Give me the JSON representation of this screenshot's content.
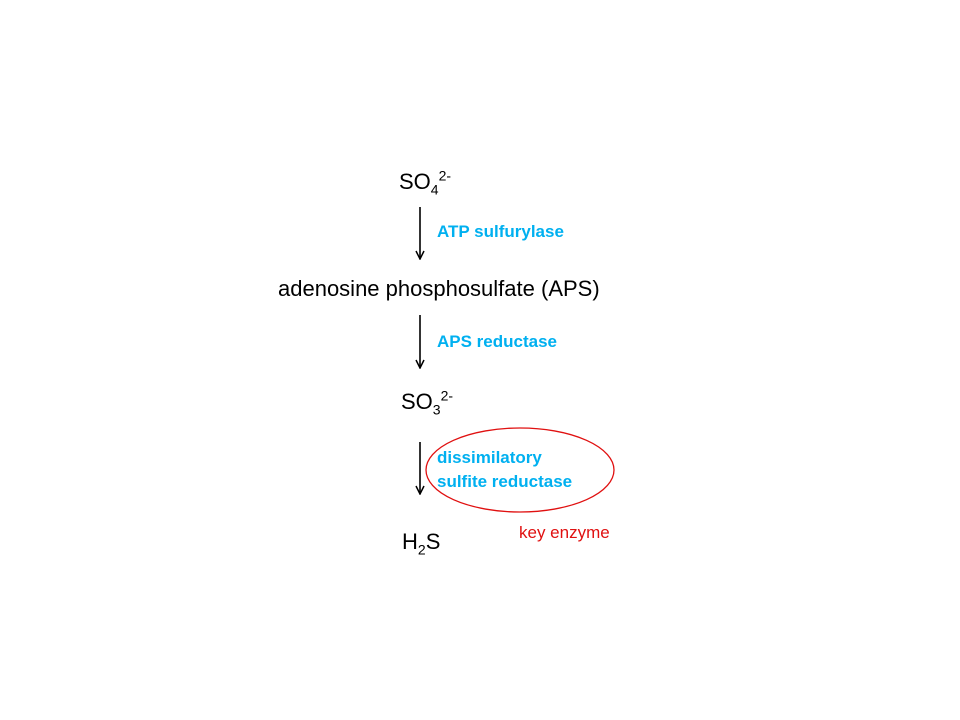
{
  "colors": {
    "compound": "#000000",
    "enzyme": "#00b0f0",
    "highlight": "#e01010",
    "arrow": "#000000"
  },
  "pathway": {
    "sulfate": {
      "base": "SO",
      "sub": "4",
      "sup": "2-"
    },
    "aps": {
      "label": "adenosine phosphosulfate (APS)"
    },
    "sulfite": {
      "base": "SO",
      "sub": "3",
      "sup": "2-"
    },
    "sulfide": {
      "h": "H",
      "sub": "2",
      "s": "S"
    }
  },
  "enzymes": {
    "step1": "ATP sulfurylase",
    "step2": "APS reductase",
    "step3_line1": "dissimilatory",
    "step3_line2": "sulfite reductase"
  },
  "annotation": {
    "label": "key enzyme"
  }
}
